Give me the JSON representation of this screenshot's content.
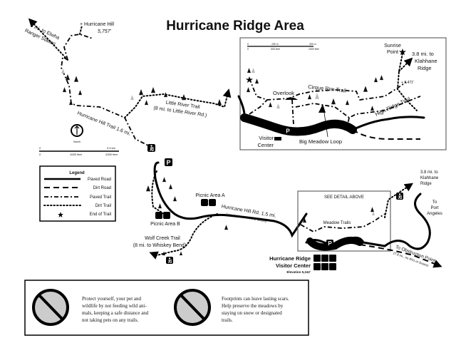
{
  "title": "Hurricane Ridge Area",
  "labels": {
    "hurricane_hill": "+ Hurricane Hill",
    "hurricane_hill_elev": "5,757'",
    "elwha_1": "6 mi. to Elwha",
    "elwha_2": "Ranger Station",
    "hurricane_hill_trail": "Hurricane Hill Trail 1.6 mi.",
    "little_river_1": "Little River Trail",
    "little_river_2": "(8 mi. to Little River Rd.)",
    "north": "North",
    "picnic_a": "Picnic Area A",
    "picnic_b": "Picnic Area B",
    "wolf_creek_1": "Wolf Creek Trail",
    "wolf_creek_2": "(8 mi. to Whiskey Bend)",
    "hh_road_1": "Hurricane Hill Rd. 1.5 mi.",
    "hh_road_2": "(unsuitable for RVs or buses)",
    "see_detail": "SEE DETAIL ABOVE",
    "meadow_trails": "Meadow Trails",
    "vc_1": "Hurricane Ridge",
    "vc_2": "Visitor Center",
    "vc_elev": "Elevation 5,242'",
    "klahhane_1": "3.8 mi. to",
    "klahhane_2": "Klahhane",
    "klahhane_3": "Ridge",
    "port_1": "To",
    "port_2": "Port",
    "port_3": "Angeles",
    "obstruction_1": "To Obstruction Point",
    "obstruction_2": "(7.8 mi., no RVs or buses)",
    "parking": "P"
  },
  "scale": {
    "km_0": "0",
    "km_max": "0.6 km",
    "ft_0": "0",
    "ft_mid": "1000 feet",
    "ft_max": "2000 feet"
  },
  "legend": {
    "title": "Legend",
    "items": [
      {
        "label": "Paved Road",
        "style": "solid"
      },
      {
        "label": "Dirt Road",
        "style": "dashed"
      },
      {
        "label": "Paved Trail",
        "style": "dash-dot"
      },
      {
        "label": "Dirt Trail",
        "style": "dotted"
      },
      {
        "label": "End of Trail",
        "style": "star"
      }
    ]
  },
  "detail": {
    "scale_m_0": "0",
    "scale_m_mid": "150 m",
    "scale_m_max": "300 m",
    "scale_ft_0": "0",
    "scale_ft_mid": "500 feet",
    "scale_ft_max": "1000 feet",
    "sunrise_1": "Sunrise",
    "sunrise_2": "Point",
    "klahhane_1": "3.8 mi. to",
    "klahhane_2": "Klahhane",
    "klahhane_3": "Ridge",
    "elev": "+ 5,471'",
    "cirque": "Cirque Rim Trail",
    "overlook": "Overlook",
    "high_ridge": "High Ridge Trail",
    "vc_1": "Visitor",
    "vc_2": "Center",
    "big_meadow": "Big Meadow Loop",
    "parking": "P"
  },
  "notices": [
    {
      "icon": "no-feeding-wildlife-icon",
      "lines": [
        "Protect yourself, your pet and",
        "wildlife by not feeding wild ani-",
        "mals, keeping a safe distance and",
        "not taking pets on any trails."
      ]
    },
    {
      "icon": "no-trampling-meadow-icon",
      "lines": [
        "Footprints can leave lasting scars.",
        "Help preserve the meadows by",
        "staying on snow or designated",
        "trails."
      ]
    }
  ]
}
